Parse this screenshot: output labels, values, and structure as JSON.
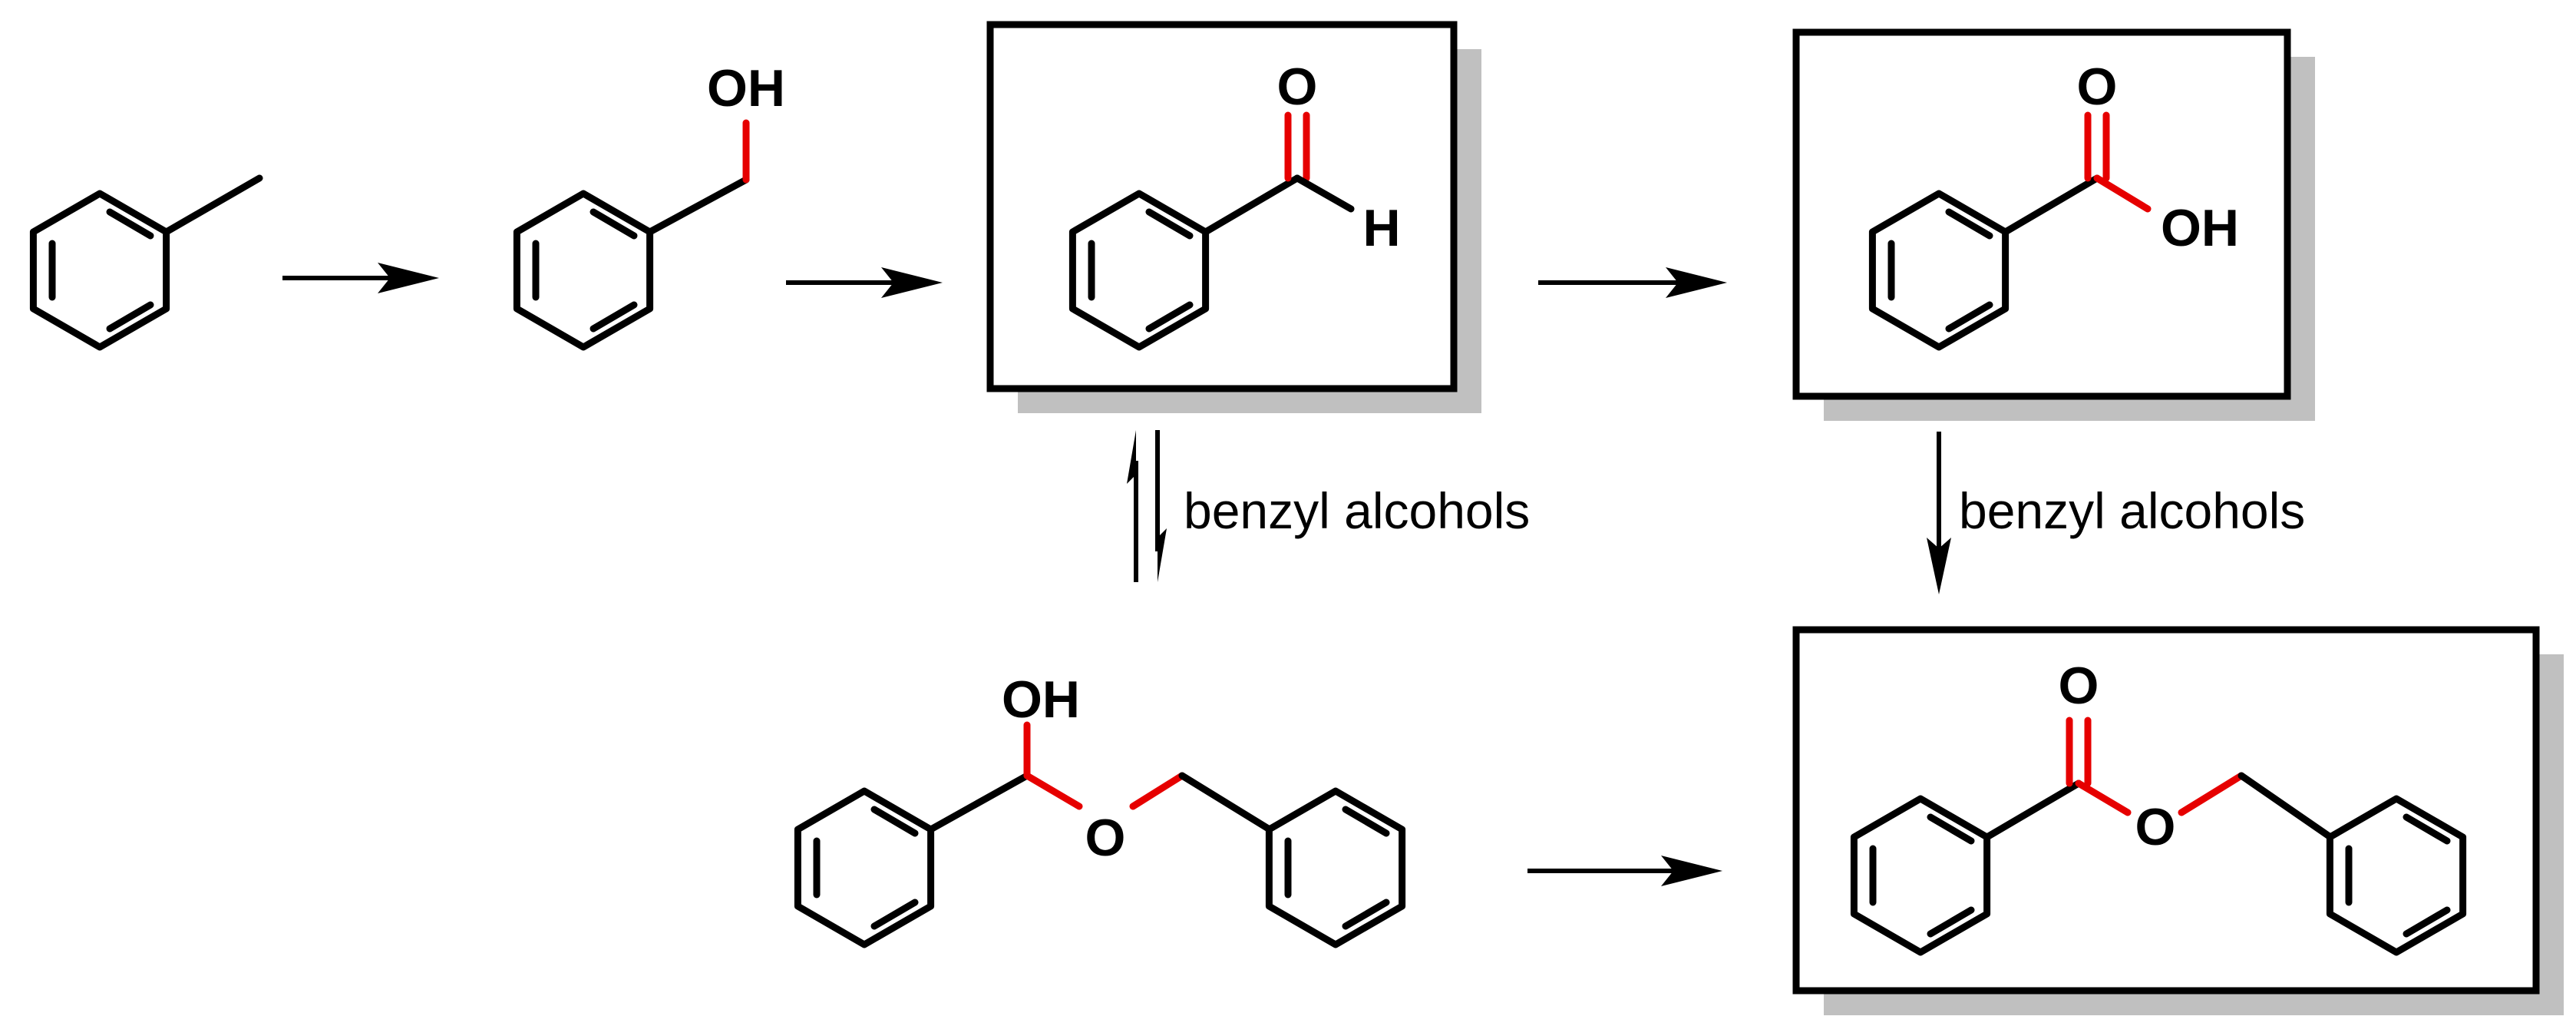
{
  "scheme": {
    "molecules": {
      "toluene": {
        "name": "toluene"
      },
      "benzyl_alcohol": {
        "name": "benzyl alcohol",
        "label_OH": "OH"
      },
      "benzaldehyde": {
        "name": "benzaldehyde",
        "label_O": "O",
        "label_H": "H"
      },
      "benzoic_acid": {
        "name": "benzoic acid",
        "label_O": "O",
        "label_OH": "OH"
      },
      "hemiacetal": {
        "name": "hemiacetal",
        "label_OH": "OH",
        "label_O": "O"
      },
      "benzyl_benzoate": {
        "name": "benzyl benzoate",
        "label_O_carbonyl": "O",
        "label_O_ester": "O"
      }
    },
    "conditions": {
      "equilibrium": "benzyl alcohols",
      "esterification": "benzyl alcohols"
    },
    "colors": {
      "highlight_bond": "#e60000",
      "box_shadow": "#c0c0c0"
    },
    "boxed": [
      "benzaldehyde",
      "benzoic_acid",
      "benzyl_benzoate"
    ]
  }
}
